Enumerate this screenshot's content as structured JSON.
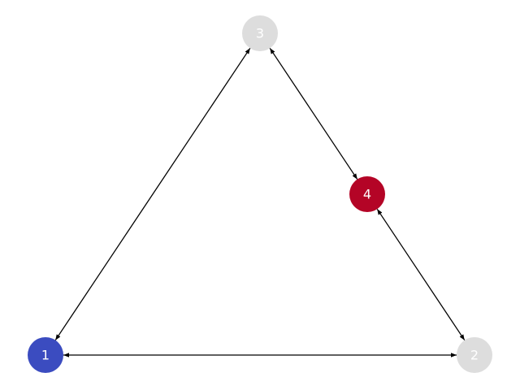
{
  "graph": {
    "directed": true,
    "nodes": [
      {
        "id": "1",
        "label": "1",
        "color": "#3b4cc0"
      },
      {
        "id": "2",
        "label": "2",
        "color": "#dddddd"
      },
      {
        "id": "3",
        "label": "3",
        "color": "#dddddd"
      },
      {
        "id": "4",
        "label": "4",
        "color": "#b40426"
      }
    ],
    "edges": [
      {
        "source": "1",
        "target": "2",
        "bidirectional": true
      },
      {
        "source": "1",
        "target": "3",
        "bidirectional": true
      },
      {
        "source": "3",
        "target": "4",
        "bidirectional": true
      },
      {
        "source": "4",
        "target": "2",
        "bidirectional": true
      }
    ],
    "edge_color": "#000000",
    "label_color": "#ffffff"
  }
}
